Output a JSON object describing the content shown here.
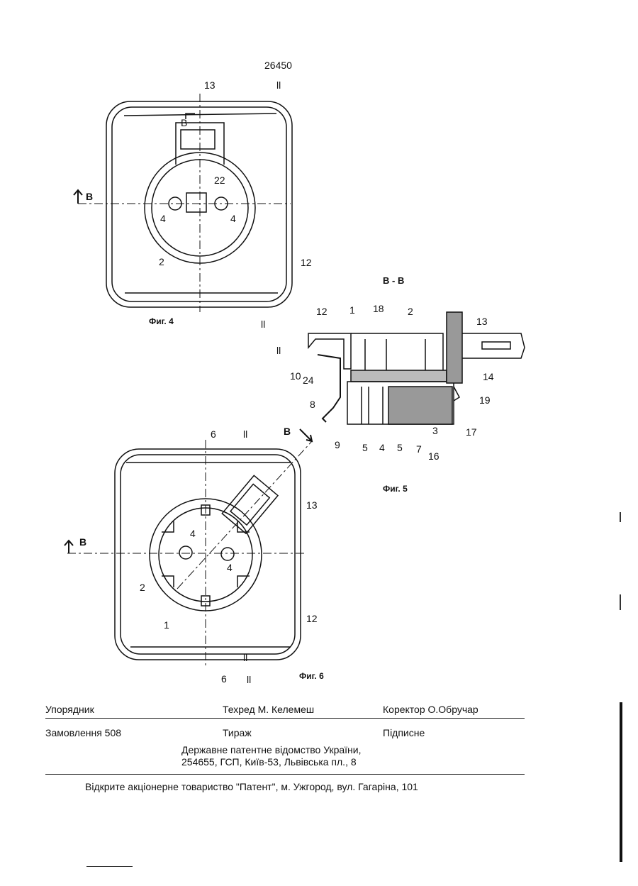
{
  "document": {
    "number": "26450"
  },
  "figures": {
    "fig4": {
      "caption": "Фиг. 4",
      "labels": {
        "l13": "13",
        "l11top": "ll",
        "lB": "B",
        "lBside": "B",
        "l22": "22",
        "l4a": "4",
        "l4b": "4",
        "l2": "2",
        "l12": "12",
        "l11bot": "ll"
      }
    },
    "fig5": {
      "section_title": "B - B",
      "caption": "Фиг. 5",
      "labels": {
        "l12": "12",
        "l1": "1",
        "l18": "18",
        "l2": "2",
        "l13": "13",
        "l11": "ll",
        "l10": "10",
        "l24": "24",
        "l14": "14",
        "l19": "19",
        "l8": "8",
        "l9": "9",
        "l5a": "5",
        "l4": "4",
        "l5b": "5",
        "l7": "7",
        "l3": "3",
        "l16": "16",
        "l17": "17"
      }
    },
    "fig6": {
      "caption": "Фиг. 6",
      "labels": {
        "l6top": "6",
        "l11top": "ll",
        "lB": "B",
        "l13": "13",
        "lBside": "B",
        "l4a": "4",
        "l4b": "4",
        "l2": "2",
        "l1": "1",
        "l12": "12",
        "l11bot": "ll",
        "l6bot": "6",
        "l11b2": "ll"
      }
    }
  },
  "footer": {
    "compiler": "Упорядник",
    "tech_editor": "Техред М. Келемеш",
    "corrector": "Коректор О.Обручар",
    "order": "Замовлення 508",
    "circulation": "Тираж",
    "subscription": "Підписне",
    "office_line1": "Державне патентне відомство України,",
    "office_line2": "254655, ГСП, Київ-53, Львівська пл., 8",
    "printer": "Відкрите акціонерне товариство \"Патент\", м. Ужгород, вул. Гагаріна, 101"
  }
}
